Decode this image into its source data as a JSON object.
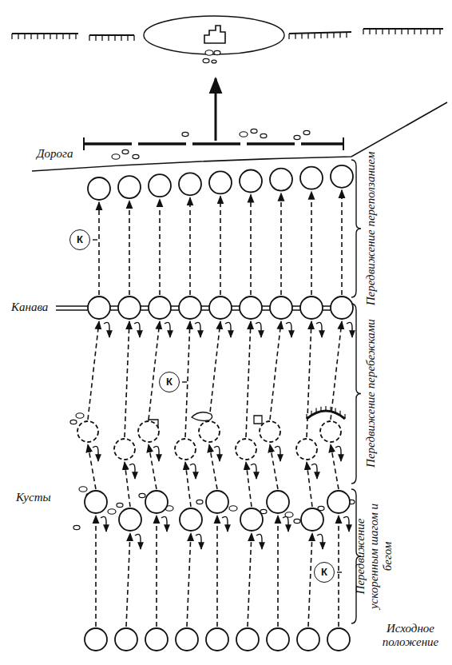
{
  "diagram": {
    "nodes": [
      {
        "text": [
          "К"
        ]
      },
      {
        "text": [
          "К"
        ]
      },
      {
        "text": [
          "К"
        ]
      }
    ],
    "labels": [
      "Дорога",
      "Канава",
      "Кусты",
      "Исходное положение",
      "Передвижение переползанием",
      "Передвижение перебежками",
      "Передвижение ускоренным шагом и бегом"
    ]
  }
}
